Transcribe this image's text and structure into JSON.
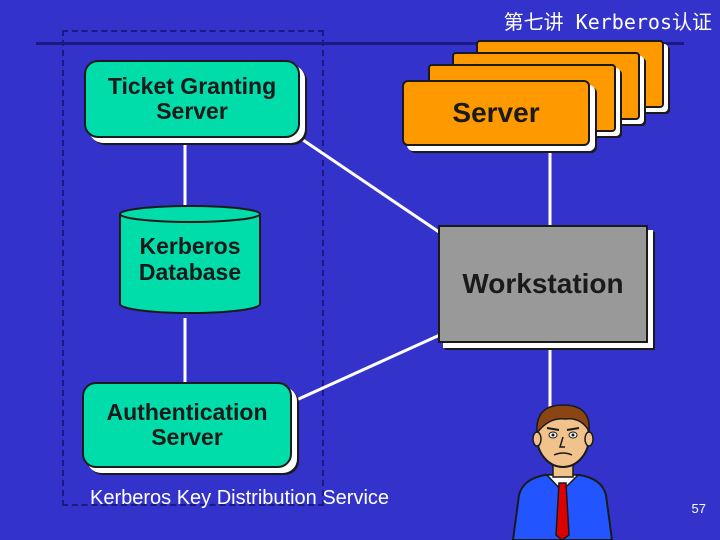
{
  "header": {
    "title": "第七讲 Kerberos认证"
  },
  "diagram": {
    "tgs": {
      "line1": "Ticket Granting",
      "line2": "Server"
    },
    "database": {
      "line1": "Kerberos",
      "line2": "Database"
    },
    "auth_server": {
      "line1": "Authentication",
      "line2": "Server"
    },
    "server": {
      "label": "Server"
    },
    "workstation": {
      "label": "Workstation"
    },
    "kdc_caption": "Kerberos Key Distribution Service"
  },
  "footer": {
    "page_number": "57"
  },
  "colors": {
    "background": "#3333cc",
    "node_green": "#00ddaa",
    "node_orange": "#ff9900",
    "node_gray": "#999999",
    "user_shirt": "#2255ff",
    "user_tie": "#dd0000"
  },
  "icons": {
    "user": "person-icon"
  }
}
